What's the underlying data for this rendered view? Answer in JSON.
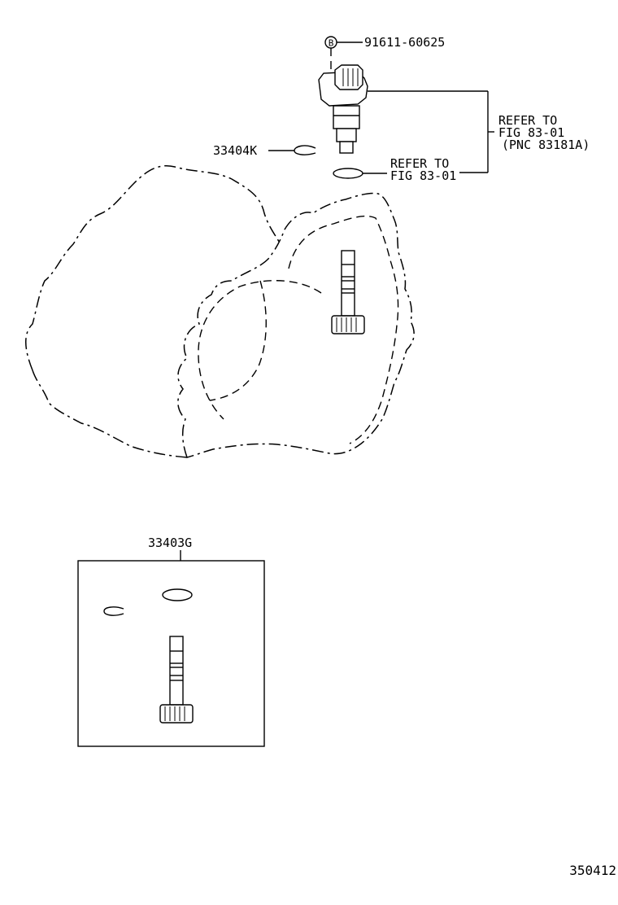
{
  "callouts": {
    "bolt_marker": "B",
    "bolt_part": "91611-60625",
    "refer1": [
      "REFER TO",
      "FIG 83-01",
      "(PNC 83181A)"
    ],
    "clip_part": "33404K",
    "refer2": [
      "REFER TO",
      "FIG 83-01"
    ],
    "kit_part": "33403G"
  },
  "figure_number": "350412"
}
